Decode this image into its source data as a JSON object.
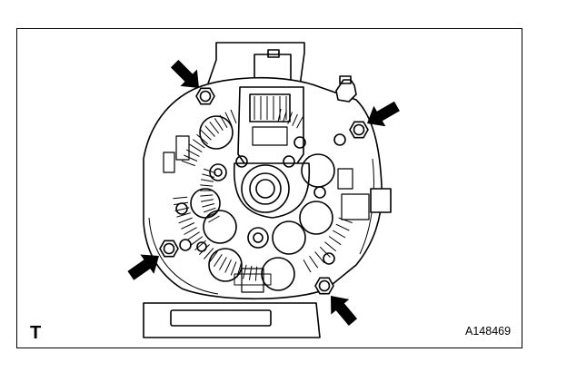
{
  "figure": {
    "corner_letter": "T",
    "figure_id": "A148469"
  },
  "callouts": [
    {
      "name": "arrow-to-bolt-top-left"
    },
    {
      "name": "arrow-to-bolt-top-right"
    },
    {
      "name": "arrow-to-bolt-bottom-left"
    },
    {
      "name": "arrow-to-bolt-bottom-right"
    }
  ],
  "colors": {
    "line": "#000000",
    "background": "#ffffff"
  }
}
